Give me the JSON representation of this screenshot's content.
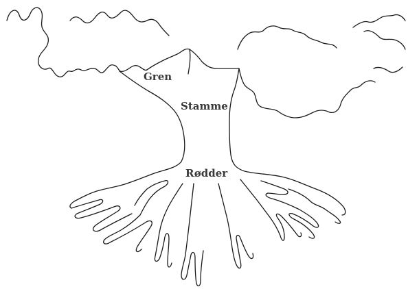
{
  "diagram": {
    "labels": {
      "branch": "Gren",
      "trunk": "Stamme",
      "roots": "Rødder"
    },
    "colors": {
      "line": "#1a1a1a",
      "text": "#3a3a3a",
      "background": "#ffffff"
    }
  }
}
